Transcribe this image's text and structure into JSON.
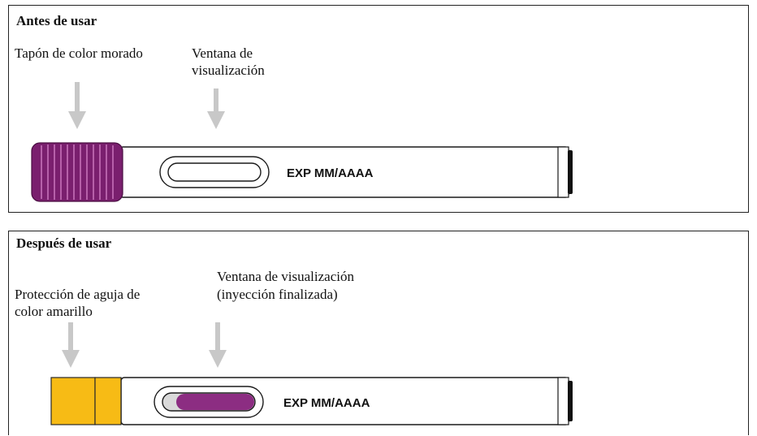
{
  "before": {
    "title": "Antes de usar",
    "cap_label": "Tapón de color morado",
    "window_label_line1": "Ventana de",
    "window_label_line2": "visualización",
    "exp_text": "EXP MM/AAAA"
  },
  "after": {
    "title": "Después de usar",
    "guard_label_line1": "Protección de aguja de",
    "guard_label_line2": "color amarillo",
    "window_label_line1": "Ventana de visualización",
    "window_label_line2": "(inyección finalizada)",
    "exp_text": "EXP MM/AAAA"
  },
  "colors": {
    "cap_purple": "#7a1f6e",
    "indicator_purple": "#8c2d82",
    "guard_yellow": "#f7bb15",
    "arrow_gray": "#c8c8c8",
    "outline": "#1a1a1a"
  }
}
